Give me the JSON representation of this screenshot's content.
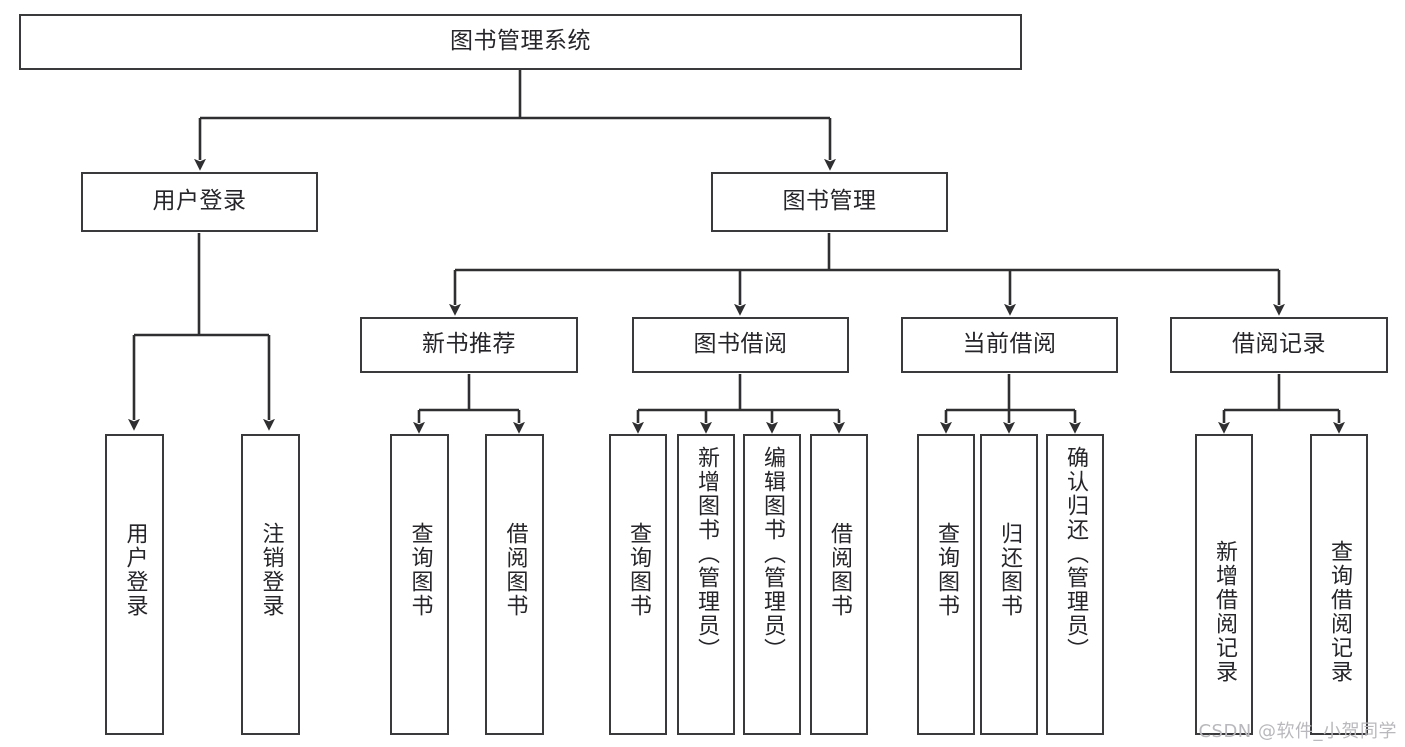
{
  "diagram": {
    "title": "图书管理系统",
    "watermark": "CSDN @软件_小贺同学",
    "colors": {
      "box_border": "#3a3a3c",
      "connector": "#2f2f31",
      "text": "#26262a",
      "background": "#ffffff",
      "watermark": "#b9b9bd"
    },
    "root": {
      "label": "图书管理系统"
    },
    "level2": [
      {
        "label": "用户登录"
      },
      {
        "label": "图书管理"
      }
    ],
    "level3": [
      {
        "label": "新书推荐"
      },
      {
        "label": "图书借阅"
      },
      {
        "label": "当前借阅"
      },
      {
        "label": "借阅记录"
      }
    ],
    "leaves": {
      "user_login": [
        {
          "label": "用户登录"
        },
        {
          "label": "注销登录"
        }
      ],
      "new_book_recommend": [
        {
          "label": "查询图书"
        },
        {
          "label": "借阅图书"
        }
      ],
      "book_borrow": [
        {
          "label": "查询图书"
        },
        {
          "label": "新增图书（管理员）"
        },
        {
          "label": "编辑图书（管理员）"
        },
        {
          "label": "借阅图书"
        }
      ],
      "current_borrow": [
        {
          "label": "查询图书"
        },
        {
          "label": "归还图书"
        },
        {
          "label": "确认归还（管理员）"
        }
      ],
      "borrow_record": [
        {
          "label": "新增借阅记录"
        },
        {
          "label": "查询借阅记录"
        }
      ]
    }
  }
}
